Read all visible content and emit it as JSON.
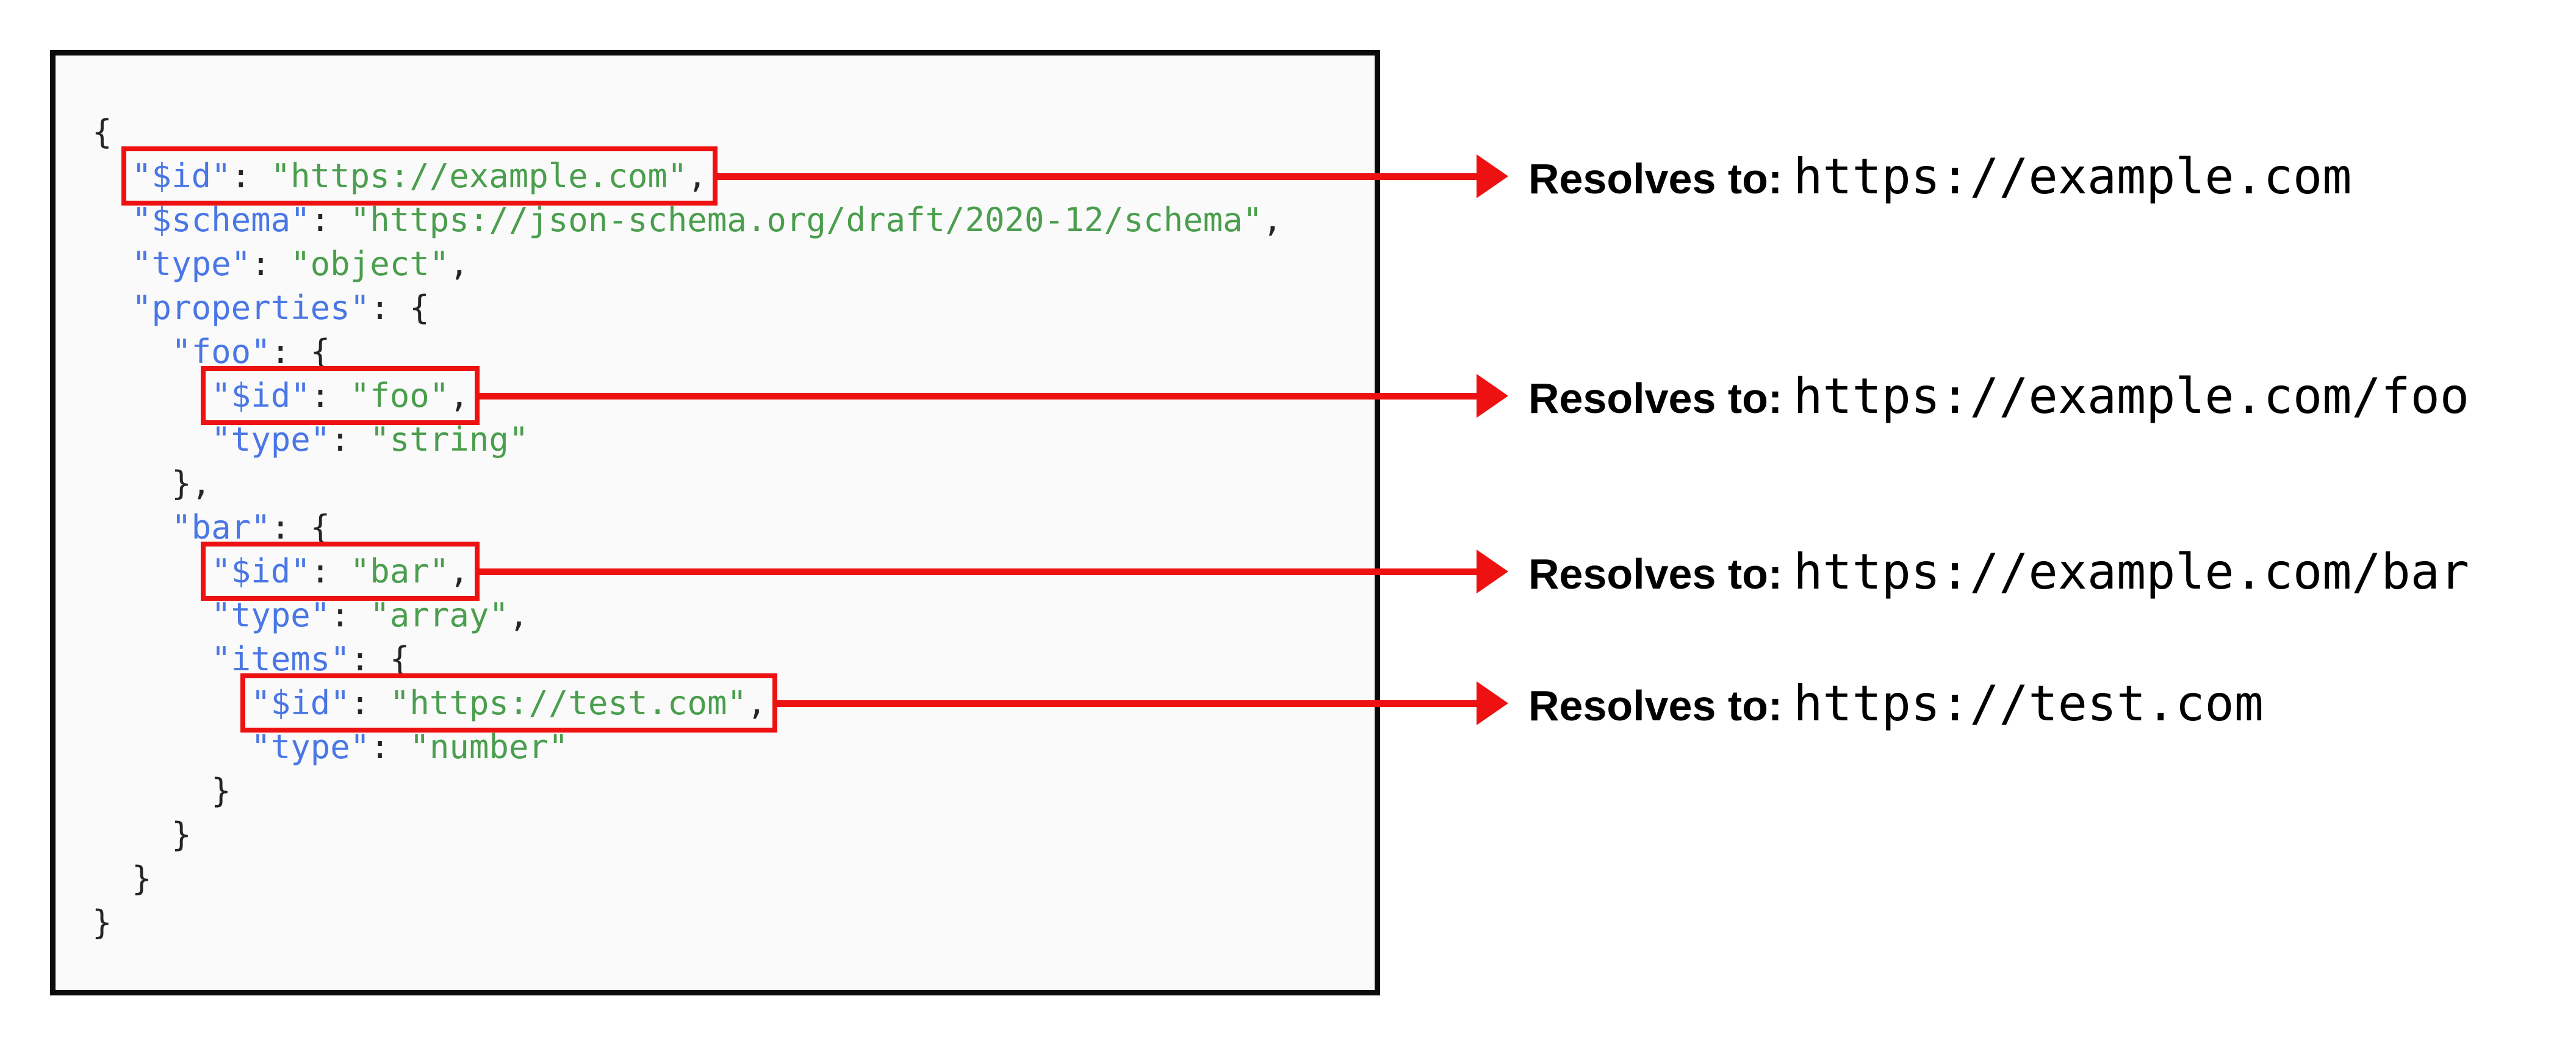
{
  "colors": {
    "accent_red": "#ed1111",
    "key_blue": "#4a77e5",
    "string_green": "#4a9e4d",
    "punctuation": "#232629",
    "panel_background": "#fafafa",
    "panel_border": "#0b0b0b"
  },
  "code_panel": {
    "lines": [
      {
        "indent": 0,
        "boxed": false,
        "tokens": [
          {
            "t": "p",
            "v": "{"
          }
        ]
      },
      {
        "indent": 2,
        "boxed": true,
        "tokens": [
          {
            "t": "k",
            "v": "\"$id\""
          },
          {
            "t": "p",
            "v": ": "
          },
          {
            "t": "s",
            "v": "\"https://example.com\""
          },
          {
            "t": "p",
            "v": ","
          }
        ]
      },
      {
        "indent": 2,
        "boxed": false,
        "tokens": [
          {
            "t": "k",
            "v": "\"$schema\""
          },
          {
            "t": "p",
            "v": ": "
          },
          {
            "t": "s",
            "v": "\"https://json-schema.org/draft/2020-12/schema\""
          },
          {
            "t": "p",
            "v": ","
          }
        ]
      },
      {
        "indent": 2,
        "boxed": false,
        "tokens": [
          {
            "t": "k",
            "v": "\"type\""
          },
          {
            "t": "p",
            "v": ": "
          },
          {
            "t": "s",
            "v": "\"object\""
          },
          {
            "t": "p",
            "v": ","
          }
        ]
      },
      {
        "indent": 2,
        "boxed": false,
        "tokens": [
          {
            "t": "k",
            "v": "\"properties\""
          },
          {
            "t": "p",
            "v": ": {"
          }
        ]
      },
      {
        "indent": 4,
        "boxed": false,
        "tokens": [
          {
            "t": "k",
            "v": "\"foo\""
          },
          {
            "t": "p",
            "v": ": {"
          }
        ]
      },
      {
        "indent": 6,
        "boxed": true,
        "tokens": [
          {
            "t": "k",
            "v": "\"$id\""
          },
          {
            "t": "p",
            "v": ": "
          },
          {
            "t": "s",
            "v": "\"foo\""
          },
          {
            "t": "p",
            "v": ","
          }
        ]
      },
      {
        "indent": 6,
        "boxed": false,
        "tokens": [
          {
            "t": "k",
            "v": "\"type\""
          },
          {
            "t": "p",
            "v": ": "
          },
          {
            "t": "s",
            "v": "\"string\""
          }
        ]
      },
      {
        "indent": 4,
        "boxed": false,
        "tokens": [
          {
            "t": "p",
            "v": "},"
          }
        ]
      },
      {
        "indent": 4,
        "boxed": false,
        "tokens": [
          {
            "t": "k",
            "v": "\"bar\""
          },
          {
            "t": "p",
            "v": ": {"
          }
        ]
      },
      {
        "indent": 6,
        "boxed": true,
        "tokens": [
          {
            "t": "k",
            "v": "\"$id\""
          },
          {
            "t": "p",
            "v": ": "
          },
          {
            "t": "s",
            "v": "\"bar\""
          },
          {
            "t": "p",
            "v": ","
          }
        ]
      },
      {
        "indent": 6,
        "boxed": false,
        "tokens": [
          {
            "t": "k",
            "v": "\"type\""
          },
          {
            "t": "p",
            "v": ": "
          },
          {
            "t": "s",
            "v": "\"array\""
          },
          {
            "t": "p",
            "v": ","
          }
        ]
      },
      {
        "indent": 6,
        "boxed": false,
        "tokens": [
          {
            "t": "k",
            "v": "\"items\""
          },
          {
            "t": "p",
            "v": ": {"
          }
        ]
      },
      {
        "indent": 8,
        "boxed": true,
        "tokens": [
          {
            "t": "k",
            "v": "\"$id\""
          },
          {
            "t": "p",
            "v": ": "
          },
          {
            "t": "s",
            "v": "\"https://test.com\""
          },
          {
            "t": "p",
            "v": ","
          }
        ]
      },
      {
        "indent": 8,
        "boxed": false,
        "tokens": [
          {
            "t": "k",
            "v": "\"type\""
          },
          {
            "t": "p",
            "v": ": "
          },
          {
            "t": "s",
            "v": "\"number\""
          }
        ]
      },
      {
        "indent": 6,
        "boxed": false,
        "tokens": [
          {
            "t": "p",
            "v": "}"
          }
        ]
      },
      {
        "indent": 4,
        "boxed": false,
        "tokens": [
          {
            "t": "p",
            "v": "}"
          }
        ]
      },
      {
        "indent": 2,
        "boxed": false,
        "tokens": [
          {
            "t": "p",
            "v": "}"
          }
        ]
      },
      {
        "indent": 0,
        "boxed": false,
        "tokens": [
          {
            "t": "p",
            "v": "}"
          }
        ]
      }
    ]
  },
  "annotations": [
    {
      "label": "Resolves to:",
      "value": "https://example.com"
    },
    {
      "label": "Resolves to:",
      "value": "https://example.com/foo"
    },
    {
      "label": "Resolves to:",
      "value": "https://example.com/bar"
    },
    {
      "label": "Resolves to:",
      "value": "https://test.com"
    }
  ]
}
